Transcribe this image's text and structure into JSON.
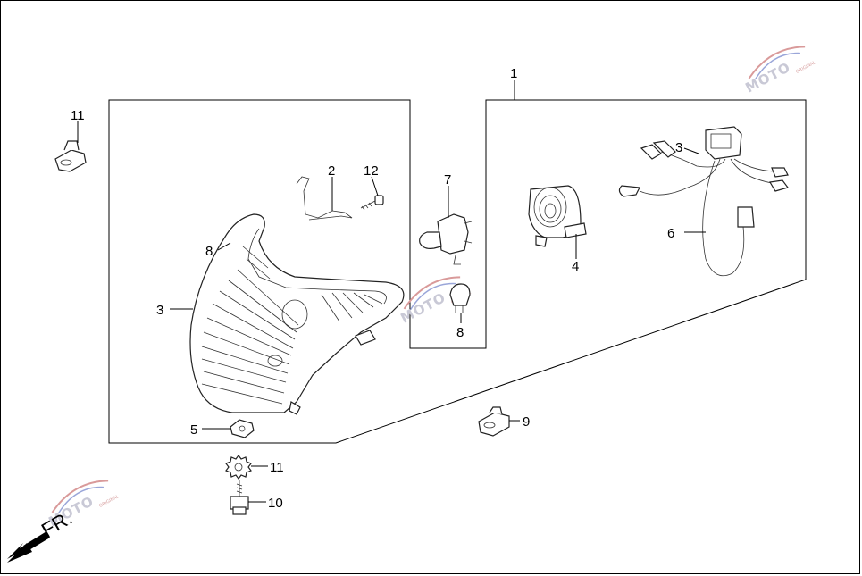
{
  "diagram": {
    "callouts": {
      "c1": "1",
      "c2": "2",
      "c3a": "3",
      "c3b": "3",
      "c4": "4",
      "c5": "5",
      "c6": "6",
      "c7": "7",
      "c8a": "8",
      "c8b": "8",
      "c9": "9",
      "c10": "10",
      "c11a": "11",
      "c11b": "11",
      "c12": "12"
    },
    "direction_label": "FR.",
    "watermark": {
      "text": "MOTO",
      "sub": "ORIGINAL"
    }
  },
  "colors": {
    "line": "#000000",
    "watermark_text": "#c9c9d6",
    "watermark_red": "#d99a9a",
    "watermark_blue": "#9aa6d9"
  }
}
